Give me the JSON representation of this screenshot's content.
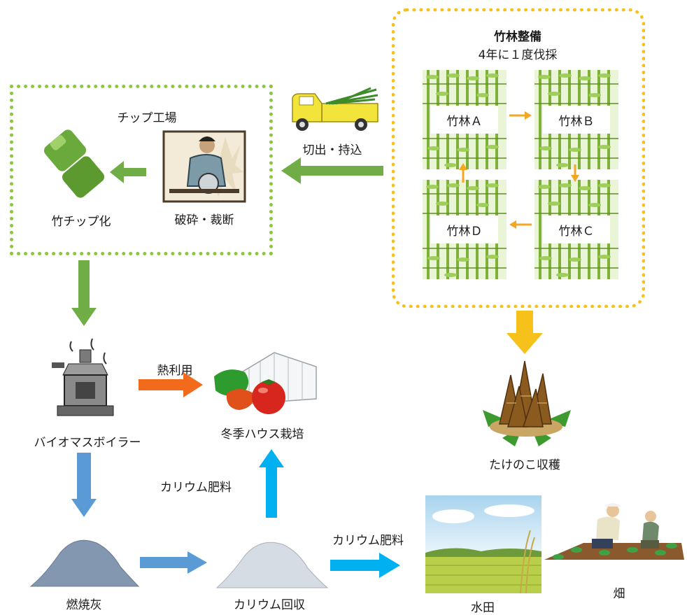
{
  "grove_section": {
    "title": "竹林整備",
    "subtitle": "4年に１度伐採",
    "groves": [
      "竹林Ａ",
      "竹林Ｂ",
      "竹林Ｃ",
      "竹林Ｄ"
    ]
  },
  "transport_label": "切出・持込",
  "chip_factory": {
    "title": "チップ工場",
    "crush_label": "破砕・裁断",
    "chip_label": "竹チップ化"
  },
  "boiler_label": "バイオマスボイラー",
  "heat_label": "熱利用",
  "greenhouse_label": "冬季ハウス栽培",
  "potassium_fertilizer_label_1": "カリウム肥料",
  "potassium_fertilizer_label_2": "カリウム肥料",
  "ash_label": "燃焼灰",
  "potassium_recovery_label": "カリウム回収",
  "harvest_label": "たけのこ収穫",
  "paddy_label": "水田",
  "field_label": "畑",
  "colors": {
    "green_arrow": "#70ad47",
    "chip_border": "#8cc63f",
    "grove_border": "#f5c11a",
    "orange_arrow": "#f5a623",
    "heat_arrow": "#f26b1d",
    "blue_arrow": "#5b9bd5",
    "cyan_arrow": "#00b0f0"
  }
}
